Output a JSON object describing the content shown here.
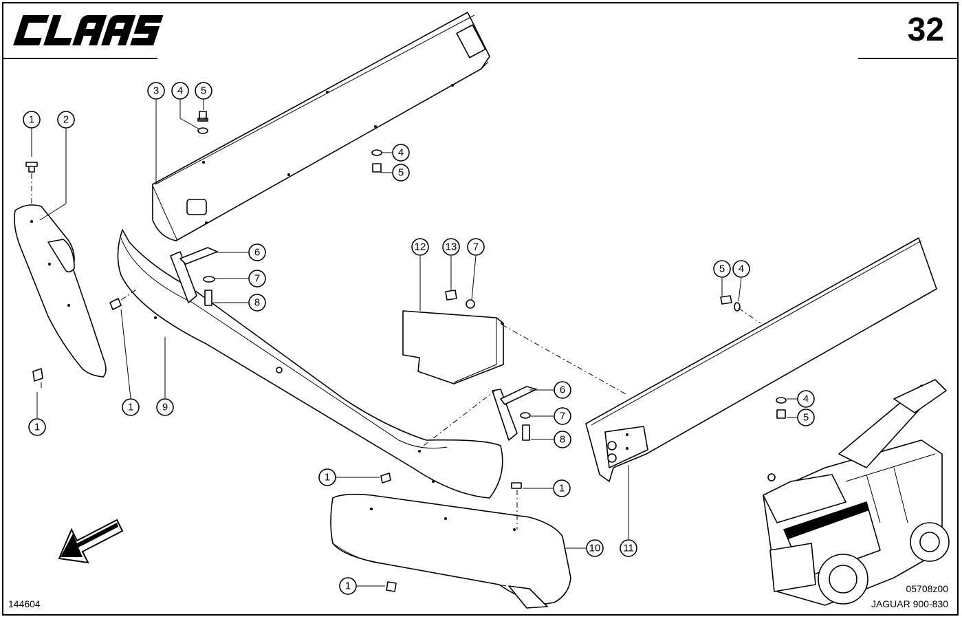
{
  "brand": {
    "logo_text": "CLAAS"
  },
  "page_number": "32",
  "drawing_id": "144604",
  "figure_code": "05708z00",
  "model_name": "JAGUAR 900-830",
  "callouts": [
    {
      "id": "c1a",
      "label": "1"
    },
    {
      "id": "c2",
      "label": "2"
    },
    {
      "id": "c3",
      "label": "3"
    },
    {
      "id": "c4a",
      "label": "4"
    },
    {
      "id": "c5a",
      "label": "5"
    },
    {
      "id": "c4b",
      "label": "4"
    },
    {
      "id": "c5b",
      "label": "5"
    },
    {
      "id": "c6a",
      "label": "6"
    },
    {
      "id": "c7a",
      "label": "7"
    },
    {
      "id": "c8a",
      "label": "8"
    },
    {
      "id": "c12",
      "label": "12"
    },
    {
      "id": "c13",
      "label": "13"
    },
    {
      "id": "c7b",
      "label": "7"
    },
    {
      "id": "c5c",
      "label": "5"
    },
    {
      "id": "c4c",
      "label": "4"
    },
    {
      "id": "c1b",
      "label": "1"
    },
    {
      "id": "c1c",
      "label": "1"
    },
    {
      "id": "c9",
      "label": "9"
    },
    {
      "id": "c6b",
      "label": "6"
    },
    {
      "id": "c7c",
      "label": "7"
    },
    {
      "id": "c8b",
      "label": "8"
    },
    {
      "id": "c4d",
      "label": "4"
    },
    {
      "id": "c5d",
      "label": "5"
    },
    {
      "id": "c1d",
      "label": "1"
    },
    {
      "id": "c1e",
      "label": "1"
    },
    {
      "id": "c10",
      "label": "10"
    },
    {
      "id": "c11",
      "label": "11"
    },
    {
      "id": "c1f",
      "label": "1"
    }
  ]
}
